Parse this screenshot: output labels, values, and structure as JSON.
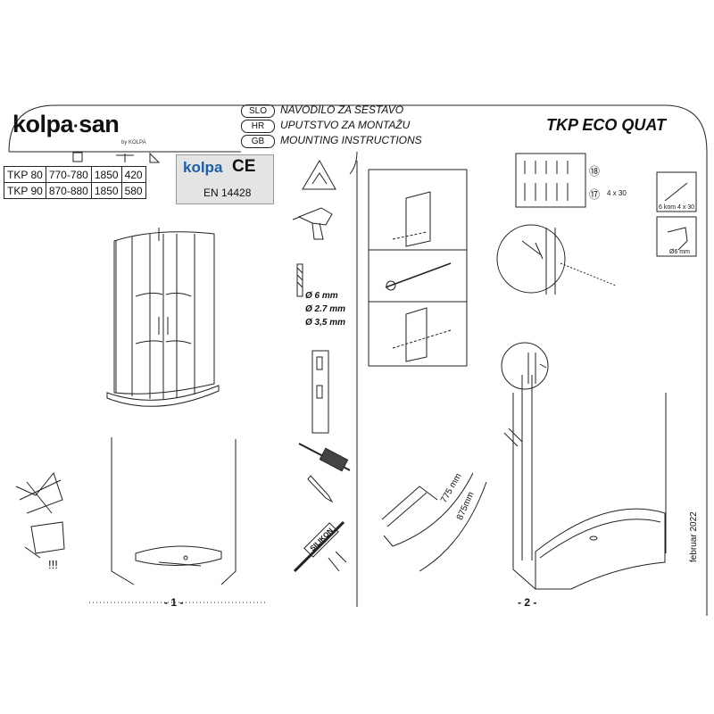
{
  "header": {
    "brand": "kolpa",
    "brand_suffix": "san",
    "brand_sub": "by KOLPA",
    "model": "TKP ECO  QUAT",
    "languages": [
      {
        "code": "SLO",
        "text": "NAVODILO ZA SESTAVO"
      },
      {
        "code": "HR",
        "text": "UPUTSTVO ZA MONTAŽU"
      },
      {
        "code": "GB",
        "text": "MOUNTING INSTRUCTIONS"
      }
    ]
  },
  "spec_table": {
    "rows": [
      [
        "TKP 80",
        "770-780",
        "1850",
        "420"
      ],
      [
        "TKP 90",
        "870-880",
        "1850",
        "580"
      ]
    ]
  },
  "cert": {
    "brand": "kolpa",
    "mark": "CE",
    "standard": "EN 14428"
  },
  "drill": {
    "sizes": [
      "Ø 6 mm",
      "Ø 2.7 mm",
      "Ø 3,5 mm"
    ]
  },
  "tube": {
    "label": "SILIKON"
  },
  "parts": {
    "ref_a": "⑱",
    "ref_b": "⑰",
    "screw_size": "4 x 30",
    "kit": "6 kom 4 x 30",
    "drill_bit": "Ø6 mm"
  },
  "dims": {
    "short": "775 mm",
    "long": "875mm"
  },
  "warning": "!!!",
  "pages": {
    "p1": "- 1 -",
    "p2": "- 2 -"
  },
  "date": "februar 2022",
  "colors": {
    "line": "#222222",
    "brand_blue": "#1a5fa8",
    "badge_bg": "#e4e4e4"
  }
}
